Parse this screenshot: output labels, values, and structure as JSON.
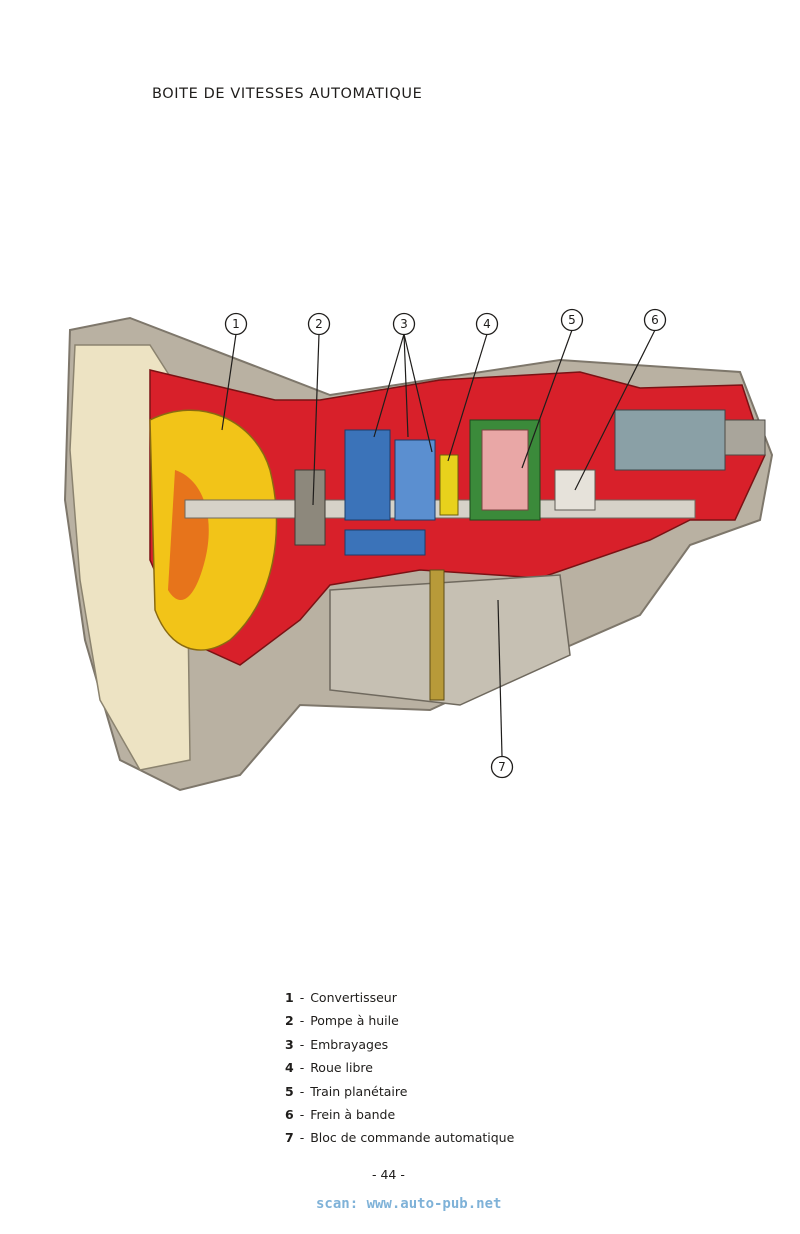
{
  "page": {
    "title": "BOITE DE VITESSES AUTOMATIQUE",
    "page_number": "- 44 -",
    "scan_credit": "scan: www.auto-pub.net"
  },
  "figure": {
    "callouts": [
      "1",
      "2",
      "3",
      "4",
      "5",
      "6",
      "7"
    ],
    "colors": {
      "housing": "#b9b1a2",
      "bell_housing_inner": "#ede3c3",
      "cutaway_red": "#d8202a",
      "converter_yellow": "#f2c418",
      "clutch_blue": "#3b73b9",
      "gear_green": "#3b8a3a",
      "callout_line": "#1f1d1b"
    }
  },
  "legend": {
    "items": [
      {
        "num": "1",
        "sep": "-",
        "label": "Convertisseur"
      },
      {
        "num": "2",
        "sep": "-",
        "label": "Pompe à huile"
      },
      {
        "num": "3",
        "sep": "-",
        "label": "Embrayages"
      },
      {
        "num": "4",
        "sep": "-",
        "label": "Roue libre"
      },
      {
        "num": "5",
        "sep": "-",
        "label": "Train planétaire"
      },
      {
        "num": "6",
        "sep": "-",
        "label": "Frein à bande"
      },
      {
        "num": "7",
        "sep": "-",
        "label": "Bloc de commande automatique"
      }
    ]
  }
}
